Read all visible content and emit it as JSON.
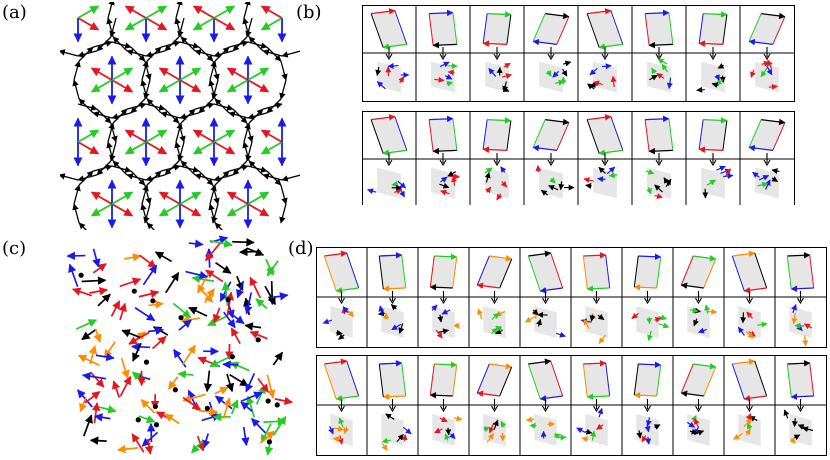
{
  "figure": {
    "panels": [
      {
        "id": "a",
        "label": "(a)",
        "kind": "tiling"
      },
      {
        "id": "b",
        "label": "(b)",
        "kind": "substitution-table",
        "rows_of_pairs": 2,
        "columns": 8
      },
      {
        "id": "c",
        "label": "(c)",
        "kind": "tiling"
      },
      {
        "id": "d",
        "label": "(d)",
        "kind": "substitution-table",
        "rows_of_pairs": 2,
        "columns": 10
      }
    ],
    "colors": {
      "red": "#e8141e",
      "blue": "#1a1aee",
      "green": "#22cc22",
      "orange": "#ff8c00",
      "black": "#000000",
      "tile_fill": "#e6e6e6",
      "grid": "#000000"
    },
    "arrow_icon": "colored-arrow-edge",
    "down_arrow_icon": "substitution-arrow"
  }
}
